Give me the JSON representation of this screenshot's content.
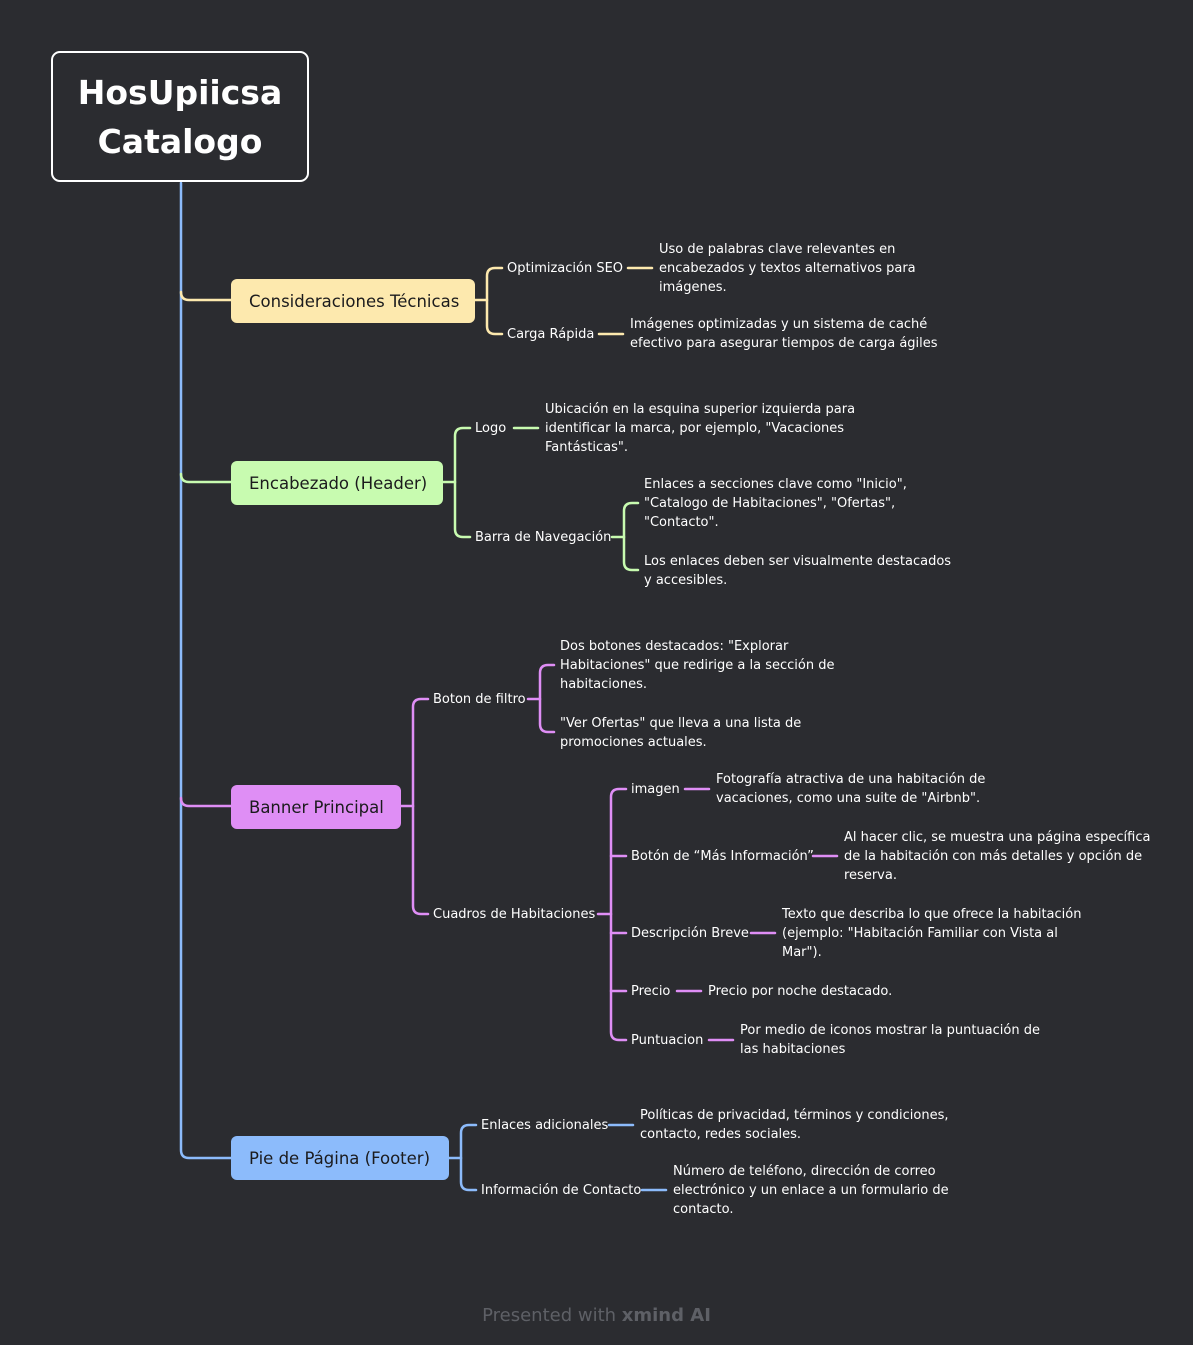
{
  "root": {
    "line1": "HosUpiicsa",
    "line2": "Catalogo"
  },
  "colors": {
    "background": "#2b2c30",
    "yellow": "#fde9ae",
    "green": "#c8fbb0",
    "purple": "#df8ef5",
    "blue": "#8cbbfb"
  },
  "branches": {
    "tecnicas": {
      "label": "Consideraciones Técnicas",
      "seo": {
        "label": "Optimización SEO",
        "lines": [
          "Uso de palabras clave relevantes en",
          "encabezados y textos alternativos para",
          "imágenes."
        ]
      },
      "carga": {
        "label": "Carga Rápida",
        "lines": [
          "Imágenes optimizadas y un sistema de caché",
          "efectivo para asegurar tiempos de carga ágiles"
        ]
      }
    },
    "header": {
      "label": "Encabezado (Header)",
      "logo": {
        "label": "Logo",
        "lines": [
          "Ubicación en la esquina superior izquierda para",
          "identificar la marca, por ejemplo, \"Vacaciones",
          "Fantásticas\"."
        ]
      },
      "nav": {
        "label": "Barra de Navegación",
        "leaf1": [
          "Enlaces a secciones clave como \"Inicio\",",
          "\"Catalogo de Habitaciones\", \"Ofertas\",",
          "\"Contacto\"."
        ],
        "leaf2": [
          "Los enlaces deben ser visualmente destacados",
          "y accesibles."
        ]
      }
    },
    "banner": {
      "label": "Banner Principal",
      "filtro": {
        "label": "Boton de filtro",
        "leaf1": [
          "Dos botones destacados: \"Explorar",
          "Habitaciones\" que redirige a la sección de",
          "habitaciones."
        ],
        "leaf2": [
          "\"Ver Ofertas\" que lleva a una lista de",
          "promociones actuales."
        ]
      },
      "cuadros": {
        "label": "Cuadros de Habitaciones",
        "imagen": {
          "label": "imagen",
          "lines": [
            "Fotografía atractiva de una habitación de",
            "vacaciones, como una suite de \"Airbnb\"."
          ]
        },
        "boton": {
          "label": "Botón de “Más Información”",
          "lines": [
            "Al hacer clic, se muestra una página específica",
            "de la habitación con más detalles y opción de",
            "reserva."
          ]
        },
        "descripcion": {
          "label": "Descripción Breve",
          "lines": [
            "Texto que describa lo que ofrece la habitación",
            "(ejemplo: \"Habitación Familiar con Vista al",
            "Mar\")."
          ]
        },
        "precio": {
          "label": "Precio",
          "lines": [
            "Precio por noche destacado."
          ]
        },
        "puntuacion": {
          "label": "Puntuacion",
          "lines": [
            "Por medio de iconos mostrar la puntuación de",
            "las habitaciones"
          ]
        }
      }
    },
    "footer": {
      "label": "Pie de Página (Footer)",
      "enlaces": {
        "label": "Enlaces adicionales",
        "lines": [
          "Políticas de privacidad, términos y condiciones,",
          "contacto, redes sociales."
        ]
      },
      "contacto": {
        "label": "Información de Contacto",
        "lines": [
          "Número de teléfono, dirección de correo",
          "electrónico y un enlace a un formulario de",
          "contacto."
        ]
      }
    }
  },
  "credit": {
    "prefix": "Presented with ",
    "brand": "xmind AI"
  }
}
